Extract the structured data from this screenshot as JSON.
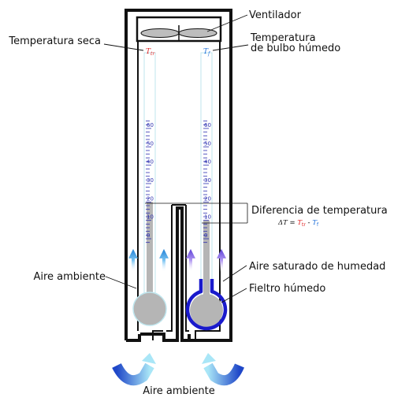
{
  "labels": {
    "ventilador": "Ventilador",
    "temperatura_seca": "Temperatura seca",
    "temperatura_bulbo_humedo_1": "Temperatura",
    "temperatura_bulbo_humedo_2": "de bulbo húmedo",
    "diferencia_temperatura": "Diferencia de temperatura",
    "aire_ambiente_izq": "Aire ambiente",
    "aire_saturado": "Aire saturado de humedad",
    "fieltro_humedo": "Fieltro húmedo",
    "aire_ambiente_inferior": "Aire ambiente"
  },
  "symbols": {
    "dry_T": "T",
    "dry_sub": "tr",
    "wet_T": "T",
    "wet_sub": "f",
    "delta": "ΔT",
    "equals": " = ",
    "minus": " - "
  },
  "scale": {
    "ticks": [
      "0",
      "10",
      "20",
      "30",
      "40",
      "50",
      "60"
    ]
  },
  "readings": {
    "dry_value": 20,
    "wet_value": 10
  },
  "colors": {
    "frame": "#111111",
    "scale": "#2b2fb0",
    "dry_symbol": "#e02020",
    "wet_symbol": "#1e6fd9",
    "felt": "#1a1acc",
    "bulb": "#b5b5b5",
    "ambient_arrow": "#3aa0e8",
    "saturated_arrow": "#7a4ee8"
  }
}
